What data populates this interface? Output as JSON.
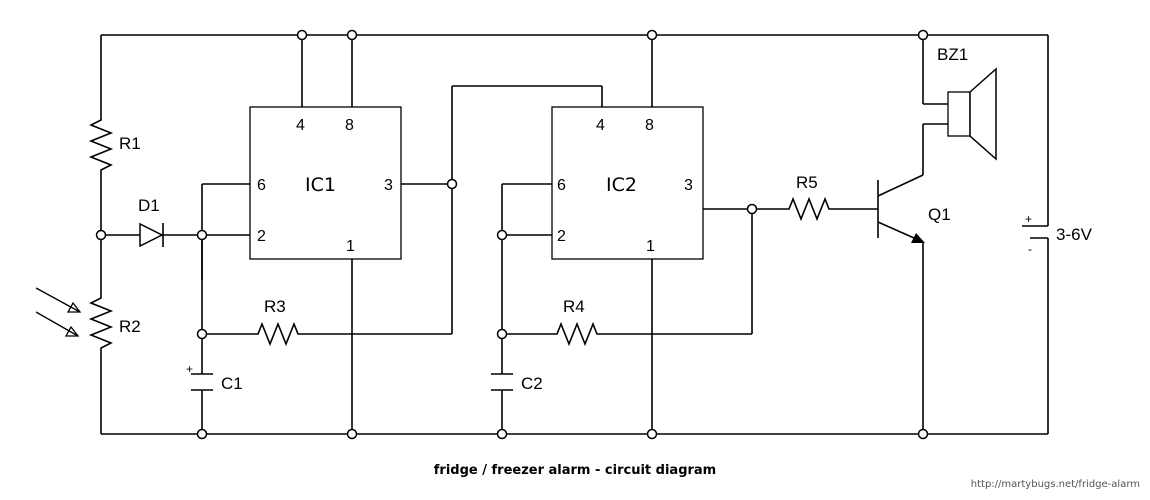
{
  "labels": {
    "R1": "R1",
    "R2": "R2",
    "R3": "R3",
    "R4": "R4",
    "R5": "R5",
    "D1": "D1",
    "C1": "C1",
    "C2": "C2",
    "Q1": "Q1",
    "BZ1": "BZ1",
    "IC1": "IC1",
    "IC2": "IC2",
    "battery": "3-6V"
  },
  "pins": {
    "ic1": {
      "p4": "4",
      "p8": "8",
      "p6": "6",
      "p2": "2",
      "p3": "3",
      "p1": "1"
    },
    "ic2": {
      "p4": "4",
      "p8": "8",
      "p6": "6",
      "p2": "2",
      "p3": "3",
      "p1": "1"
    }
  },
  "polarity": {
    "c1_plus": "+",
    "bat_plus": "+",
    "bat_minus": "-"
  },
  "caption": "fridge / freezer alarm - circuit diagram",
  "source": "http://martybugs.net/fridge-alarm",
  "icons": [
    "resistor",
    "diode",
    "photoresistor-light-arrows",
    "capacitor",
    "ic-555",
    "npn-transistor",
    "speaker",
    "battery"
  ]
}
